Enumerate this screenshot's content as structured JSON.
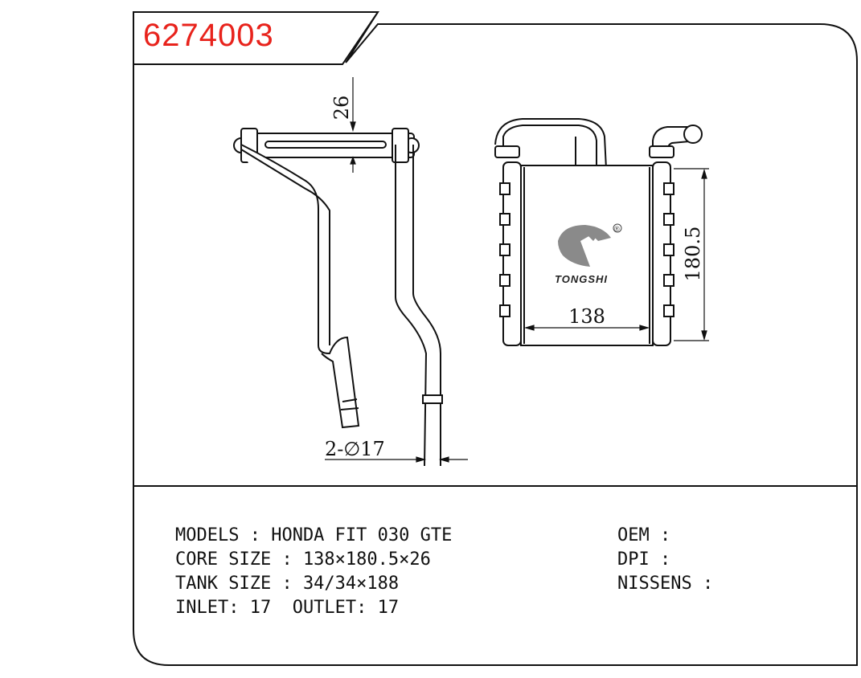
{
  "part_number": "6274003",
  "dimensions": {
    "tube_offset": "26",
    "core_height": "180.5",
    "core_width": "138",
    "pipe_diameter": "2-∅17"
  },
  "brand": {
    "name": "TONGSHI",
    "registered_mark": "®"
  },
  "specs": [
    "MODELS : HONDA FIT 030 GTE",
    "CORE SIZE : 138×180.5×26",
    "TANK SIZE : 34/34×188",
    "INLET: 17  OUTLET: 17"
  ],
  "references": [
    "OEM :",
    "DPI :",
    "NISSENS :"
  ]
}
